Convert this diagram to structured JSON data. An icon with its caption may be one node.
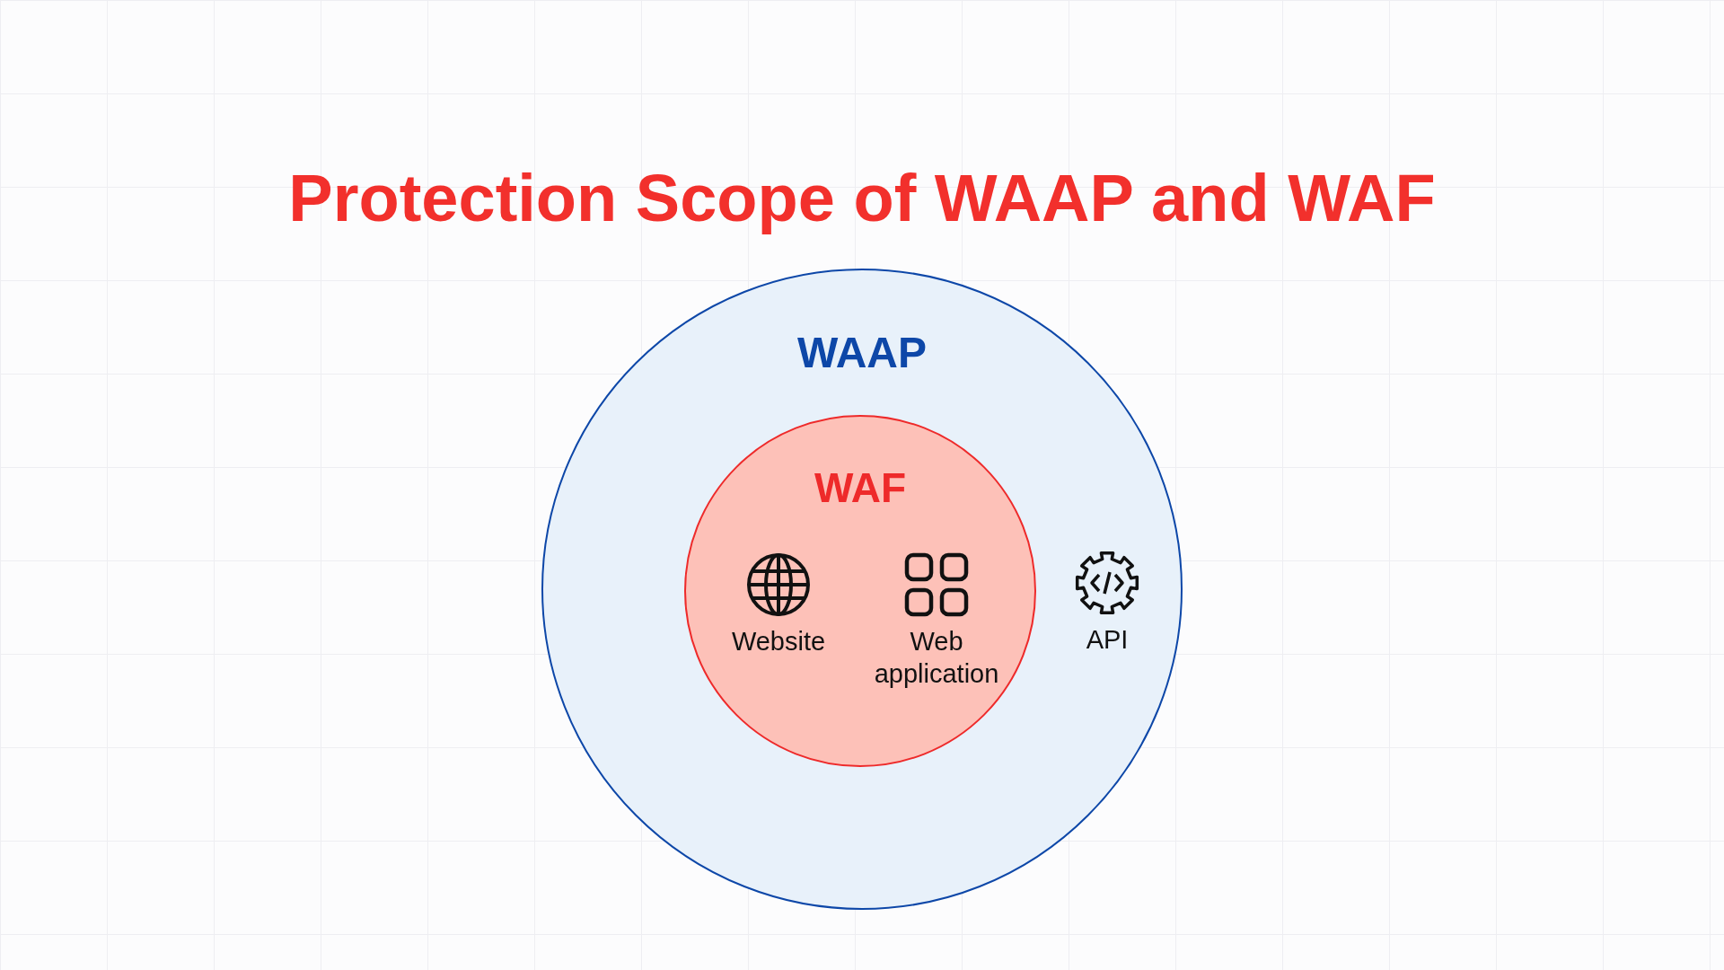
{
  "diagram": {
    "title": "Protection Scope of WAAP and WAF",
    "nodes": [
      {
        "text": [
          "WAAP"
        ]
      },
      {
        "text": [
          "WAF"
        ],
        "in": 0
      },
      {
        "text": [
          "Website"
        ],
        "in": 1
      },
      {
        "text": [
          "Web application"
        ],
        "in": 1
      },
      {
        "text": [
          "API"
        ],
        "in": 0
      }
    ]
  }
}
